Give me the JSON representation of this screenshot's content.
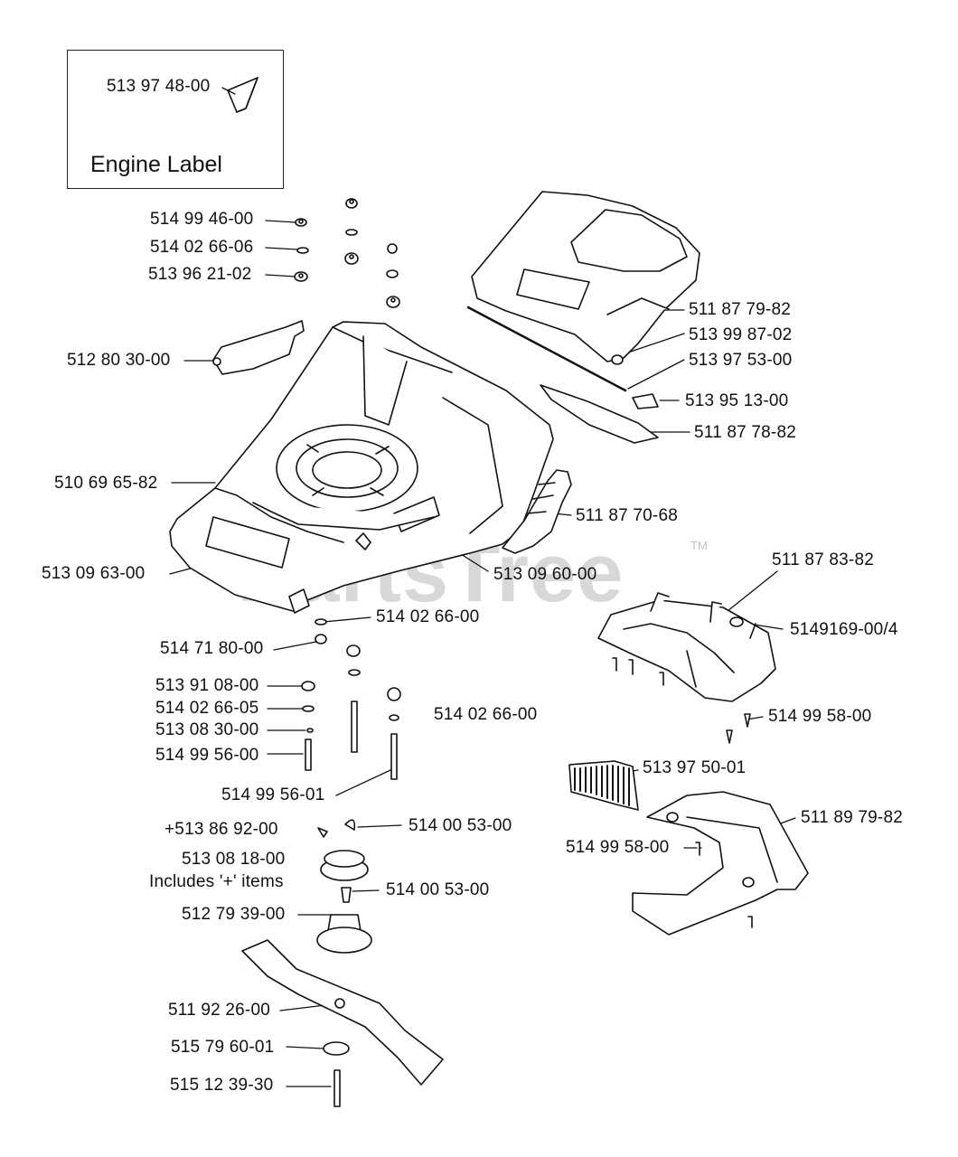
{
  "engine_label": {
    "part_number": "513 97 48-00",
    "caption": "Engine Label"
  },
  "watermark": {
    "text": "PartsTree",
    "mark": "TM"
  },
  "parts": {
    "p514994600": "514 99 46-00",
    "p514026606": "514 02 66-06",
    "p513962102": "513 96 21-02",
    "p512803000": "512 80 30-00",
    "p510696582": "510 69 65-82",
    "p513096300": "513 09 63-00",
    "p513096000": "513 09 60-00",
    "p514026600_a": "514 02 66-00",
    "p514718000": "514 71 80-00",
    "p513910800": "513 91 08-00",
    "p514026605": "514 02 66-05",
    "p513083000": "513 08 30-00",
    "p514995600": "514 99 56-00",
    "p514026600_b": "514 02 66-00",
    "p514995601": "514 99 56-01",
    "p513869200": "+513 86 92-00",
    "p514005300_a": "514 00 53-00",
    "p513081800": "513 08 18-00",
    "includes_note": "Includes '+' items",
    "p514005300_b": "514 00 53-00",
    "p512793900": "512 79 39-00",
    "p511922600": "511 92 26-00",
    "p515796001": "515 79 60-01",
    "p515123930": "515 12 39-30",
    "p511877982": "511 87 79-82",
    "p513998702": "513 99 87-02",
    "p513975300": "513 97 53-00",
    "p513951300": "513 95 13-00",
    "p511877882": "511 87 78-82",
    "p511877068": "511 87 70-68",
    "p511878382": "511 87 83-82",
    "p514916900": "5149169-00/4",
    "p514995800_a": "514 99 58-00",
    "p513975001": "513 97 50-01",
    "p511897982": "511 89 79-82",
    "p514995800_b": "514 99 58-00"
  }
}
